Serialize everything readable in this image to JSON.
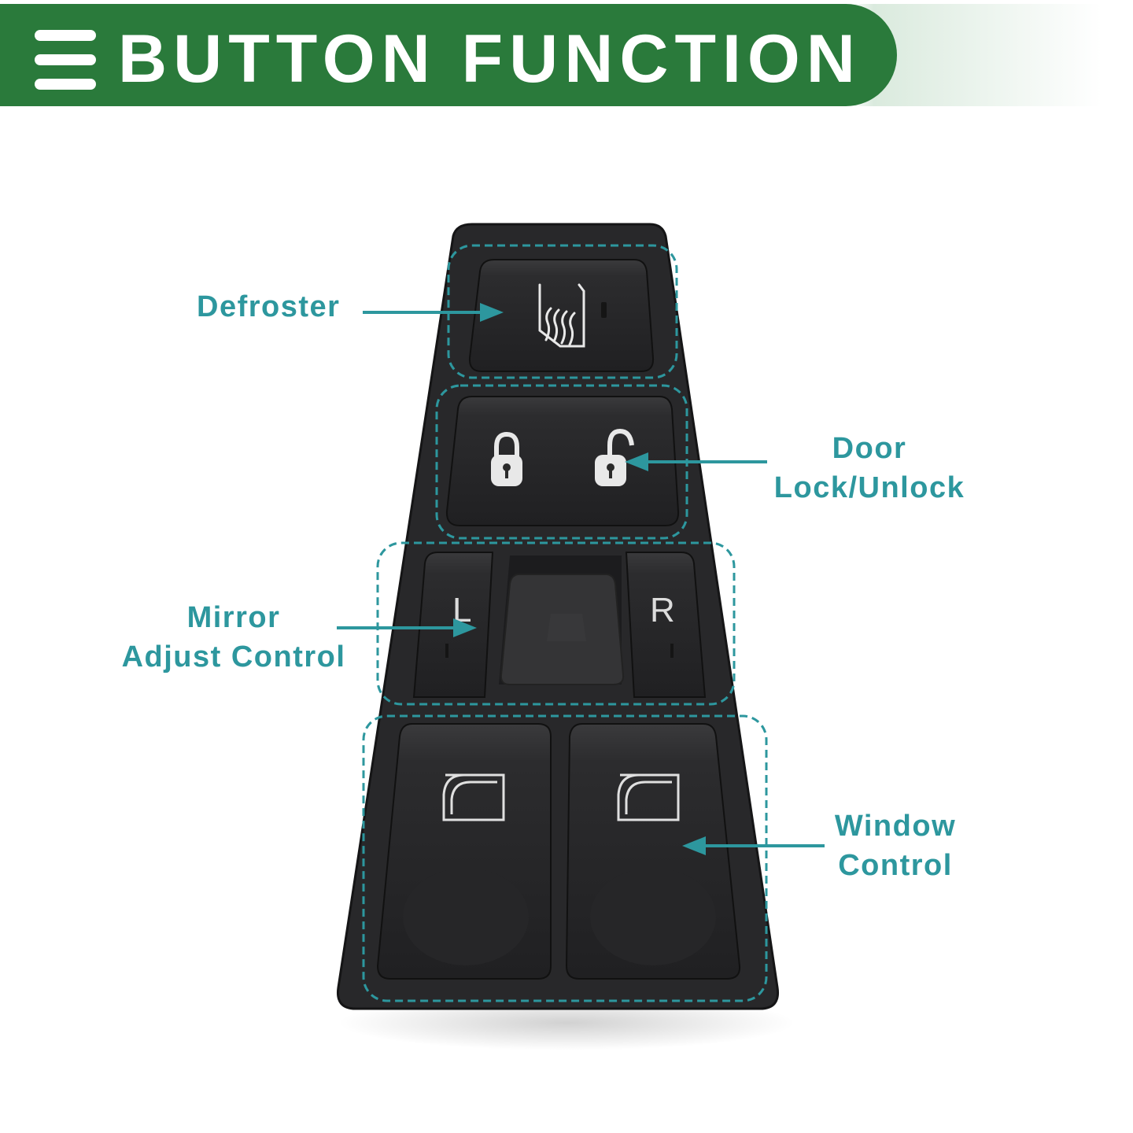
{
  "header": {
    "title": "BUTTON FUNCTION",
    "accent_color": "#2a7a3b"
  },
  "callouts": {
    "defroster": {
      "label": "Defroster"
    },
    "door": {
      "line1": "Door",
      "line2": "Lock/Unlock"
    },
    "mirror": {
      "line1": "Mirror",
      "line2": "Adjust Control"
    },
    "window": {
      "line1": "Window",
      "line2": "Control"
    },
    "color": "#2d979e"
  },
  "switch_panel": {
    "mirror_left_label": "L",
    "mirror_right_label": "R",
    "icons": [
      "defroster-icon",
      "lock-icon",
      "unlock-icon",
      "window-icon",
      "window-icon"
    ]
  }
}
